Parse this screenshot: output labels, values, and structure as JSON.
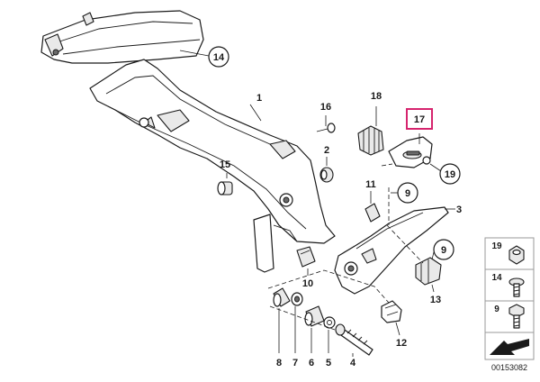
{
  "diagram_labels": {
    "p1": "1",
    "p2": "2",
    "p3": "3",
    "p4": "4",
    "p5": "5",
    "p6": "6",
    "p7": "7",
    "p8": "8",
    "p9a": "9",
    "p9b": "9",
    "p10": "10",
    "p11": "11",
    "p12": "12",
    "p13": "13",
    "p14": "14",
    "p15": "15",
    "p16": "16",
    "p17": "17",
    "p18": "18",
    "p19": "19"
  },
  "highlighted_part": "17",
  "highlight_color": "#d6246e",
  "legend": {
    "items": [
      {
        "number": "19",
        "icon": "hex-nut-icon"
      },
      {
        "number": "14",
        "icon": "pan-head-screw-icon"
      },
      {
        "number": "9",
        "icon": "hex-bolt-icon"
      }
    ],
    "arrow_icon": "direction-arrow-icon"
  },
  "diagram_code": "00153082"
}
